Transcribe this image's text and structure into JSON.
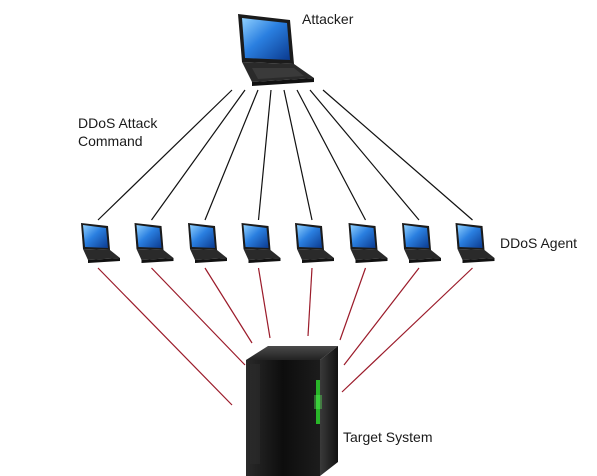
{
  "labels": {
    "attacker": "Attacker",
    "command_line1": "DDoS Attack",
    "command_line2": "Command",
    "agent": "DDoS Agent",
    "target": "Target System"
  },
  "agents": 8,
  "colors": {
    "command_lines": "#111111",
    "attack_lines": "#9b1b2a",
    "screen": "#1e6fd1",
    "laptop_body": "#1b1b1b",
    "server_body": "#151515",
    "server_led": "#2bd12b"
  }
}
